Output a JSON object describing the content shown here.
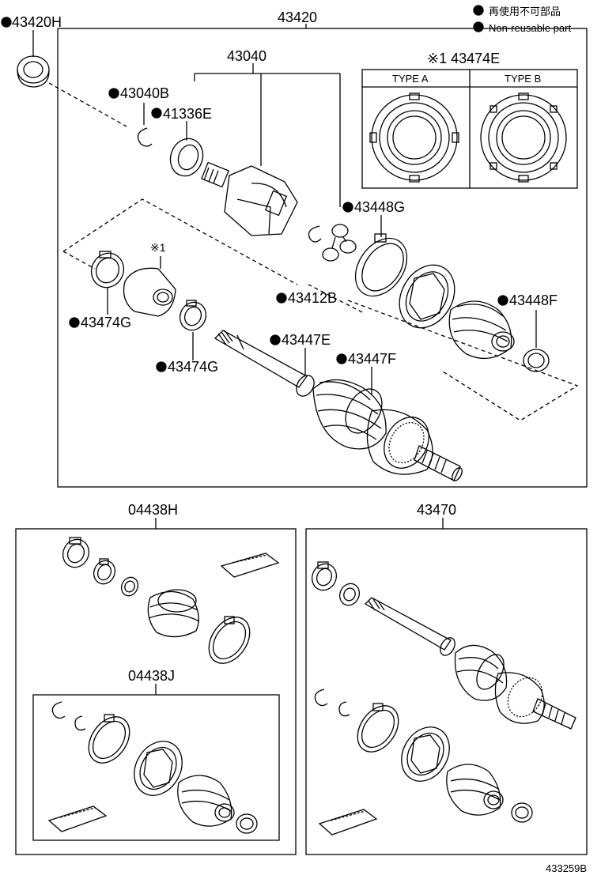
{
  "legend": {
    "jp": "再使用不可部品",
    "en": "Non-reusable part"
  },
  "part_numbers": {
    "p43420H": "43420H",
    "p43420": "43420",
    "p43040": "43040",
    "p43040B": "43040B",
    "p41336E": "41336E",
    "p43474E": "※1 43474E",
    "p43448G": "43448G",
    "p43412B": "43412B",
    "p43448F": "43448F",
    "p43474G_a": "43474G",
    "p43474G_b": "43474G",
    "p43447E": "43447E",
    "p43447F": "43447F",
    "p04438H": "04438H",
    "p04438J": "04438J",
    "p43470": "43470",
    "ref1": "※1"
  },
  "type_table": {
    "type_a": "TYPE A",
    "type_b": "TYPE B"
  },
  "figure_id": "433259B"
}
